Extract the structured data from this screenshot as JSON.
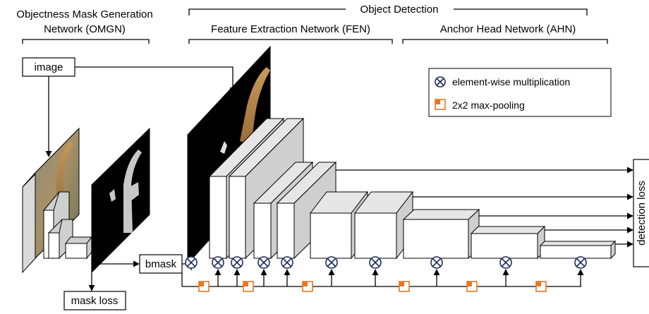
{
  "header": {
    "omgn_title_line1": "Objectness Mask Generation",
    "omgn_title_line2": "Network (OMGN)",
    "object_detection_title": "Object Detection",
    "fen_title": "Feature Extraction Network (FEN)",
    "ahn_title": "Anchor Head Network (AHN)"
  },
  "blocks": {
    "image_label": "image",
    "bmask_label": "bmask",
    "mask_loss_label": "mask loss",
    "detection_loss_label": "detection loss"
  },
  "legend": {
    "multiply_label": "element-wise multiplication",
    "pool_label": "2x2 max-pooling"
  },
  "colors": {
    "multiply_symbol": "#1f2d5a",
    "pool_symbol": "#e87722",
    "cube_side": "#cfcfcf",
    "mask_background": "#000000"
  }
}
